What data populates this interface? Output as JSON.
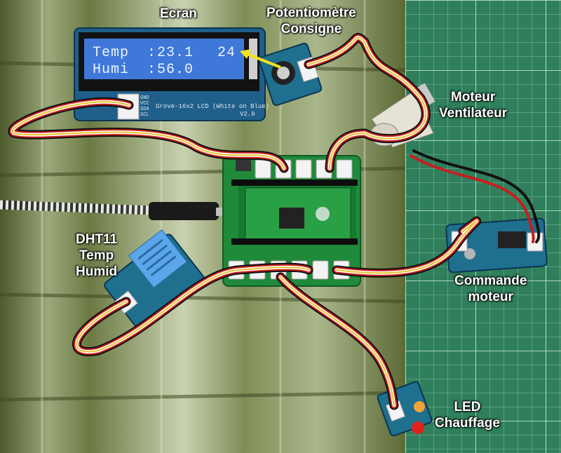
{
  "labels": {
    "ecran": "Ecran",
    "potentiometre": [
      "Potentiomètre",
      "Consigne"
    ],
    "moteur": [
      "Moteur",
      "Ventilateur"
    ],
    "dht11": [
      "DHT11",
      "Temp",
      "Humid"
    ],
    "commande": [
      "Commande",
      "moteur"
    ],
    "led": [
      "LED",
      "Chauffage"
    ]
  },
  "lcd": {
    "line1_label": "Temp  :",
    "line1_value": "23.1",
    "setpoint": "24",
    "line2_label": "Humi  :",
    "line2_value": "56.0",
    "board_text": "Grove-16x2 LCD (White on Blue)",
    "version": "V2.0",
    "pins": [
      "GND",
      "VCC",
      "SDA",
      "SCL"
    ]
  },
  "colors": {
    "lcd_backlight": "#3f78d8",
    "grove_board": "#1f6f8f",
    "pico_board": "#1f8a3a",
    "arrow": "#f2e21a",
    "cutting_mat": "#2f7f5c",
    "label_text": "#ffffff"
  }
}
